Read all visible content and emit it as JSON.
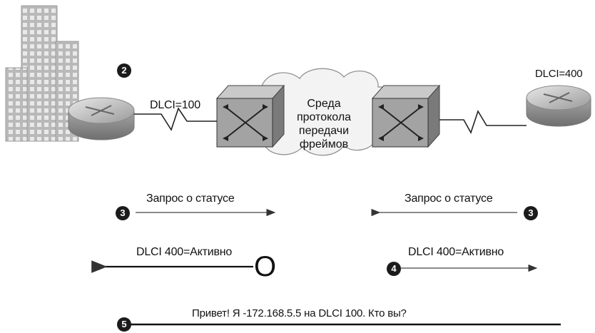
{
  "labels": {
    "dlci_left": "DLCI=100",
    "dlci_right": "DLCI=400",
    "cloud_lines": [
      "Среда",
      "протокола",
      "передачи",
      "фреймов"
    ],
    "status_request_left": "Запрос о статусе",
    "status_request_right": "Запрос о статусе",
    "dlci_active_left": "DLCI 400=Активно",
    "dlci_active_right": "DLCI 400=Активно",
    "hello_message": "Привет! Я -172.168.5.5 на DLCI 100. Кто вы?",
    "circle_symbol": "O"
  },
  "steps": {
    "step2": "2",
    "step3_left": "3",
    "step3_right": "3",
    "step4": "4",
    "step5": "5"
  },
  "icons": {
    "building": "building-icon",
    "router_left": "router-icon",
    "router_right": "router-icon",
    "switch_left": "frame-relay-switch-icon",
    "switch_right": "frame-relay-switch-icon",
    "cloud": "cloud-icon"
  }
}
